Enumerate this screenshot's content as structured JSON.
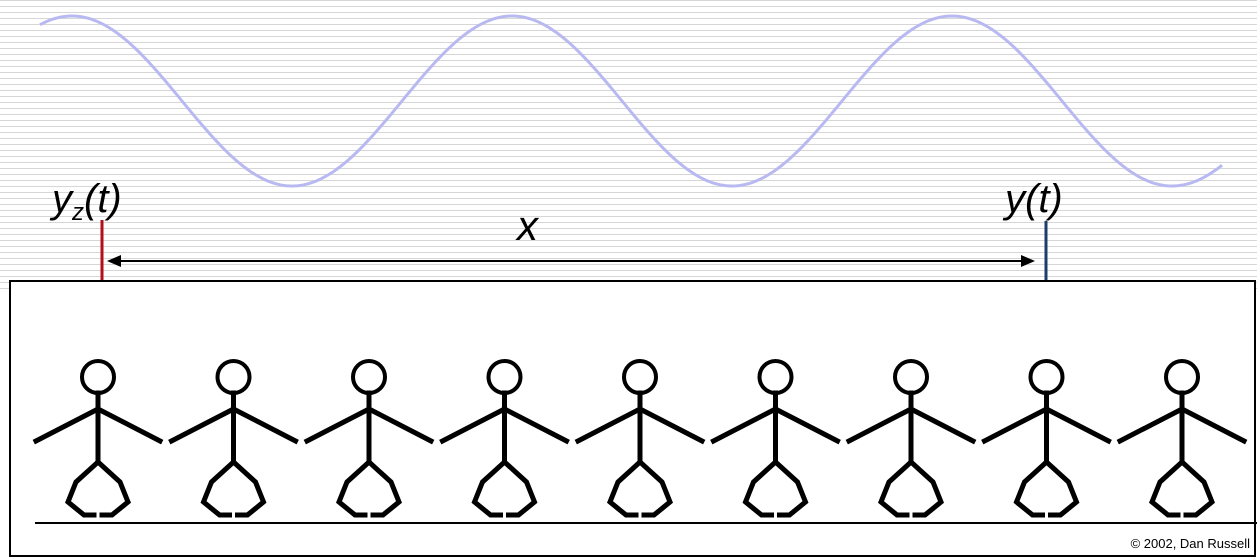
{
  "labels": {
    "source_label_base": "y",
    "source_label_sub": "z",
    "source_label_tail": "(t)",
    "target_label": "y(t)",
    "distance_label": "x"
  },
  "credit": "© 2002, Dan Russell",
  "figures": {
    "count": 9
  },
  "colors": {
    "wave": "#b9b9f2",
    "background_stripes": "#d6d6d6",
    "source_arrow": "#b0101a",
    "target_arrow": "#1b3d6e",
    "distance_arrow": "#000000"
  }
}
